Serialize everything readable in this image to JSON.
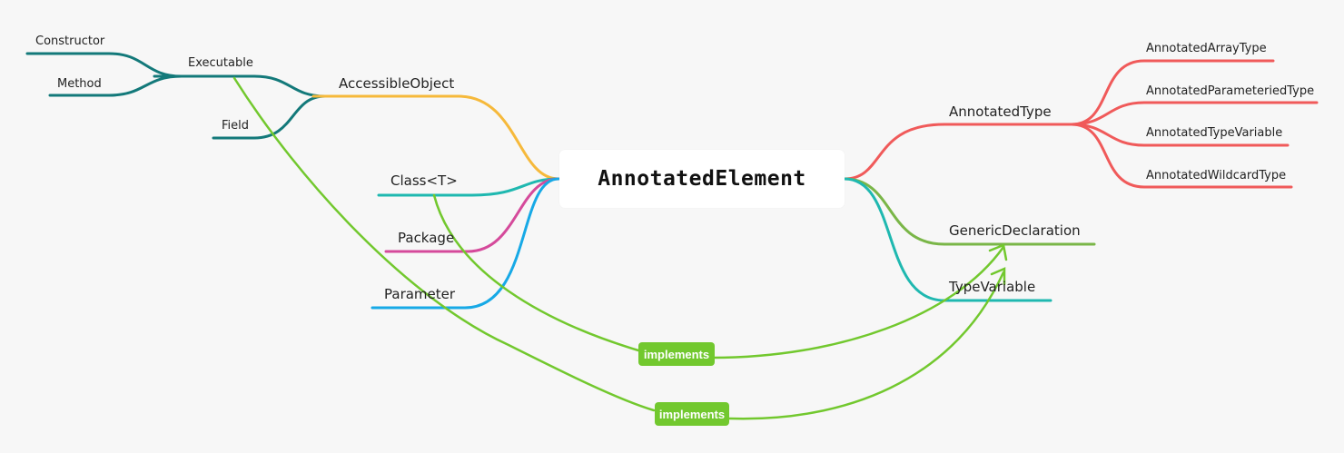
{
  "root": {
    "label": "AnnotatedElement"
  },
  "left": {
    "accessible_object": "AccessibleObject",
    "executable": "Executable",
    "constructor": "Constructor",
    "method": "Method",
    "field": "Field",
    "class_t": "Class<T>",
    "package": "Package",
    "parameter": "Parameter"
  },
  "right": {
    "annotated_type": "AnnotatedType",
    "annotated_array_type": "AnnotatedArrayType",
    "annotated_parameterized_type": "AnnotatedParameteriedType",
    "annotated_type_variable": "AnnotatedTypeVariable",
    "annotated_wildcard_type": "AnnotatedWildcardType",
    "generic_declaration": "GenericDeclaration",
    "type_variable": "TypeVariable"
  },
  "relations": {
    "implements_1": "implements",
    "implements_2": "implements"
  },
  "colors": {
    "teal_dark": "#13797a",
    "orange": "#f6b93b",
    "teal": "#1fb8b0",
    "magenta": "#d54a9b",
    "blue": "#17a9e6",
    "red": "#f05a5a",
    "olive_green": "#7ab648",
    "bright_green": "#72c82e"
  }
}
